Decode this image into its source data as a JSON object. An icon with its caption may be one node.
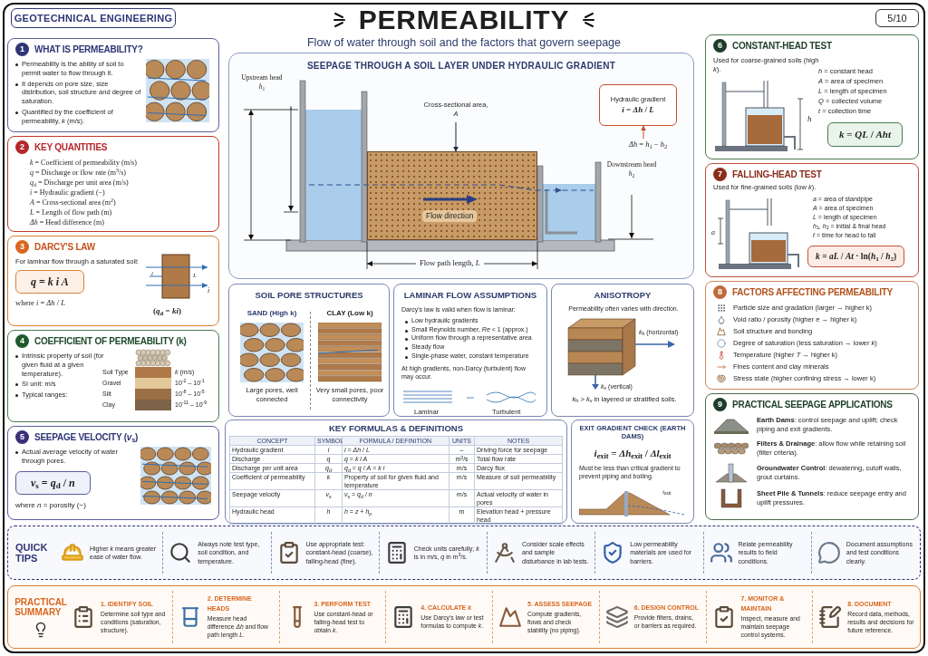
{
  "diagram": {
    "title": "PERMEABILITY",
    "nodes": [
      {
        "text": [
          "GEOTECHNICAL ENGINEERING"
        ]
      },
      {
        "text": [
          "5/10"
        ]
      },
      {
        "text": [
          "1",
          "WHAT IS PERMEABILITY?",
          "Permeability is the ability of soil to permit water to flow through it.",
          "It depends on pore size, size distribution, soil structure and degree of saturation.",
          "Quantified by the coefficient of permeability, *k* (m/s)."
        ]
      },
      {
        "text": [
          "2",
          "KEY QUANTITIES",
          "*k* = Coefficient of permeability (m/s)",
          "*q* = Discharge or flow rate (m$^{3}$/s)",
          "*q*$_{d}$ = Discharge per unit area (m/s)",
          "*i* = Hydraulic gradient (−)",
          "*A* = Cross-sectional area (m$^{2}$)",
          "*L* = Length of flow path (m)",
          "*Δh* = Head difference (m)"
        ]
      },
      {
        "text": [
          "3",
          "DARCY'S LAW",
          "For laminar flow through a saturated soil:",
          "*q* = *k i A*",
          "where *i* = *Δh* / *L*",
          "(*q*$_{d}$ = *ki*)",
          "*i*",
          "*L*",
          "*i*"
        ]
      },
      {
        "text": [
          "4",
          "COEFFICIENT OF PERMEABILITY (k)",
          "Intrinsic property of soil (for given fluid at a given temperature).",
          "SI unit: m/s",
          "Typical ranges:",
          "Soil Type",
          "*k* (m/s)",
          "Gravel",
          "10$^{-2}$ – 10$^{-1}$",
          "Silt",
          "10$^{-8}$ – 10$^{-5}$",
          "Clay",
          "10$^{-11}$ – 10$^{-9}$"
        ]
      },
      {
        "text": [
          "5",
          "SEEPAGE VELOCITY (*v*$_{s}$)",
          "Actual average velocity of water through pores.",
          "*v*$_{s}$ = *q*$_{d}$ / *n*",
          "where *n* = porosity (−)"
        ]
      },
      {
        "text": [
          "SEEPAGE THROUGH A SOIL LAYER UNDER HYDRAULIC GRADIENT"
        ]
      },
      {
        "text": [
          "Upstream head *h*$_{1}$"
        ],
        "in": 7
      },
      {
        "text": [
          "Cross-sectional area, *A*"
        ],
        "in": 7
      },
      {
        "text": [
          "Flow direction"
        ],
        "in": 7
      },
      {
        "text": [
          "Hydraulic gradient",
          "*i* = *Δh* / *L*"
        ],
        "in": 7
      },
      {
        "text": [
          "*Δh* = *h*$_{1}$ − *h*$_{2}$"
        ],
        "in": 7
      },
      {
        "text": [
          "Downstream head *h*$_{2}$"
        ],
        "in": 7
      },
      {
        "text": [
          "SOIL PORE STRUCTURES",
          "SAND (High k)",
          "CLAY (Low k)",
          "Large pores, well connected",
          "Very small pores, poor connectivity"
        ]
      },
      {
        "text": [
          "LAMINAR FLOW ASSUMPTIONS",
          "Darcy's law is valid when flow is laminar:",
          "Low hydraulic gradients",
          "Small Reynolds number, *Re* < 1 (approx.)",
          "Uniform flow through a representative area",
          "Steady flow",
          "Single-phase water, constant temperature",
          "At high gradients, non-Darcy (turbulent) flow may occur.",
          "Laminar",
          "Turbulent"
        ]
      },
      {
        "text": [
          "ANISOTROPY",
          "Permeability often varies with direction.",
          "*k*$_{h}$ (horizontal)",
          "*k*$_{v}$ (vertical)",
          "*k*$_{h}$ > *k*$_{v}$ in layered or stratified soils."
        ]
      },
      {
        "text": [
          "KEY FORMULAS & DEFINITIONS",
          "CONCEPT",
          "SYMBOL",
          "FORMULA / DEFINITION",
          "UNITS",
          "NOTES",
          "Hydraulic gradient",
          "*i*",
          "*i* = *Δh* / *L*",
          "–",
          "Driving force for seepage",
          "Discharge",
          "*q*",
          "*q* = *k i A*",
          "m$^{3}$/s",
          "Total flow rate",
          "Discharge per unit area",
          "*q*$_{d}$",
          "*q*$_{d}$ = *q* / *A* = *k i*",
          "m/s",
          "Darcy flux",
          "Coefficient of permeability",
          "*k*",
          "Property of soil for given fluid and temperature",
          "m/s",
          "Measure of soil permeability",
          "Seepage velocity",
          "*v*$_{s}$",
          "*v*$_{s}$ = *q*$_{d}$ / *n*",
          "m/s",
          "Actual velocity of water in pores",
          "Hydraulic head",
          "*h*",
          "*h* = *z* + *h*$_{p}$",
          "m",
          "Elevation head + pressure head"
        ]
      },
      {
        "text": [
          "EXIT GRADIENT CHECK (EARTH DAMS)",
          "*i*$_{exit}$ = *Δh*$_{exit}$ / *Δl*$_{exit}$",
          "Must be less than critical gradient to prevent piping and boiling.",
          "*i*$_{exit}$"
        ]
      },
      {
        "text": [
          "6",
          "CONSTANT-HEAD TEST",
          "Used for coarse-grained soils (high *k*).",
          "*h* = constant head",
          "*A* = area of specimen",
          "*L* = length of specimen",
          "*Q* = collected volume",
          "*t* = collection time",
          "*k* = *QL* / *Aht*",
          "*h*"
        ]
      },
      {
        "text": [
          "7",
          "FALLING-HEAD TEST",
          "Used for fine-grained soils (low *k*).",
          "*a* = area of standpipe",
          "*A* = area of specimen",
          "*L* = length of specimen",
          "*h*$_{1}$, *h*$_{2}$ = initial & final head",
          "*t* = time for head to fall",
          "*k* = *aL* / *At* · ln(*h*$_{1}$ / *h*$_{2}$)",
          "*a*"
        ]
      },
      {
        "text": [
          "8",
          "FACTORS AFFECTING PERMEABILITY",
          "Particle size and gradation (larger → higher k)",
          "Void ratio / porosity (higher *e* → higher k)",
          "Soil structure and bonding",
          "Degree of saturation (less saturation → lower *k*)",
          "Temperature (higher *T* → higher k)",
          "Fines content and clay minerals",
          "Stress state (higher confining stress → lower k)"
        ]
      },
      {
        "text": [
          "9",
          "PRACTICAL SEEPAGE APPLICATIONS",
          "**Earth Dams**: control seepage and uplift; check piping and exit gradients.",
          "**Filters & Drainage**: allow flow while retaining soil (filter criteria).",
          "**Groundwater Control**: dewatering, cutoff walls, grout curtains.",
          "**Sheet Pile & Tunnels**: reduce seepage entry and uplift pressures."
        ]
      },
      {
        "text": [
          "QUICK TIPS",
          "Higher *k* means greater ease of water flow.",
          "Always note test type, soil condition, and temperature.",
          "Use appropriate test: constant-head (coarse), falling-head (fine).",
          "Check units carefully; *k* is in m/s, *q* in m$^{3}$/s.",
          "Consider scale effects and sample disturbance in lab tests.",
          "Low permeability materials are used for barriers.",
          "Relate permeability results to field conditions.",
          "Document assumptions and test conditions clearly."
        ]
      },
      {
        "text": [
          "PRACTICAL SUMMARY",
          "1. IDENTIFY SOIL",
          "Determine soil type and conditions (saturation, structure).",
          "2. DETERMINE HEADS",
          "Measure head difference *Δh* and flow path length *L*.",
          "3. PERFORM TEST",
          "Use constant-head or falling-head test to obtain *k*.",
          "4. CALCULATE *k*",
          "Use Darcy's law or test formulas to compute *k*.",
          "5. ASSESS SEEPAGE",
          "Compute gradients, flows and check stability (no piping).",
          "6. DESIGN CONTROL",
          "Provide filters, drains, or barriers as required.",
          "7. MONITOR & MAINTAIN",
          "Inspect, measure and maintain seepage control systems.",
          "8. DOCUMENT",
          "Record data, methods, results and decisions for future reference."
        ]
      }
    ],
    "edges": [
      {
        "from": 9,
        "to": 10,
        "arrow": "to"
      },
      {
        "from": 12,
        "to": 11,
        "arrow": "to",
        "color": "#c0522b"
      }
    ],
    "labels": [
      "Flow of water through soil and the factors that govern seepage",
      "Flow path length, *L*"
    ]
  }
}
